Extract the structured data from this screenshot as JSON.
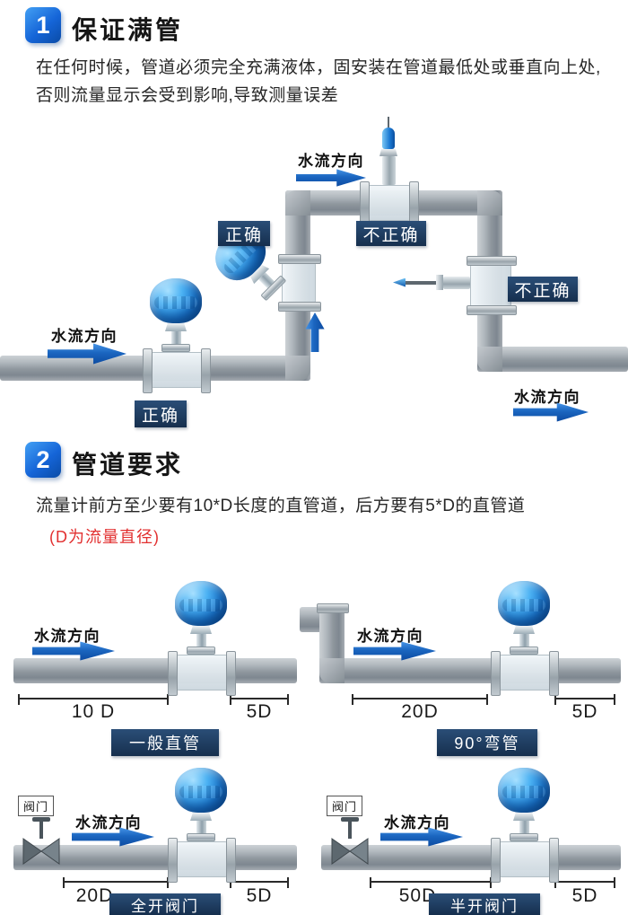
{
  "colors": {
    "accent_blue": "#1b66c0",
    "tag_navy": "#1c3a5c",
    "pipe_gray": "#99a1a8",
    "sensor_blue": "#1b79d3",
    "note_red": "#e23030"
  },
  "section1": {
    "number": "1",
    "title": "保证满管",
    "paragraph": "在任何时候，管道必须完全充满液体，固安装在管道最低处或垂直向上处,否则流量显示会受到影响,导致测量误差",
    "labels": {
      "flow_top": "水流方向",
      "incorrect_top": "不正确",
      "correct_mid": "正确",
      "incorrect_right": "不正确",
      "flow_left": "水流方向",
      "correct_bottom": "正确",
      "flow_bottom_right": "水流方向"
    }
  },
  "section2": {
    "number": "2",
    "title": "管道要求",
    "paragraph": "流量计前方至少要有10*D长度的直管道，后方要有5*D的直管道",
    "note": "(D为流量直径)",
    "diagrams": [
      {
        "flow": "水流方向",
        "dim_before": "10 D",
        "dim_after": "5D",
        "caption": "一般直管"
      },
      {
        "flow": "水流方向",
        "dim_before": "20D",
        "dim_after": "5D",
        "caption": "90°弯管"
      },
      {
        "flow": "水流方向",
        "valve": "阀门",
        "dim_before": "20D",
        "dim_after": "5D",
        "caption": "全开阀门"
      },
      {
        "flow": "水流方向",
        "valve": "阀门",
        "dim_before": "50D",
        "dim_after": "5D",
        "caption": "半开阀门"
      }
    ]
  }
}
